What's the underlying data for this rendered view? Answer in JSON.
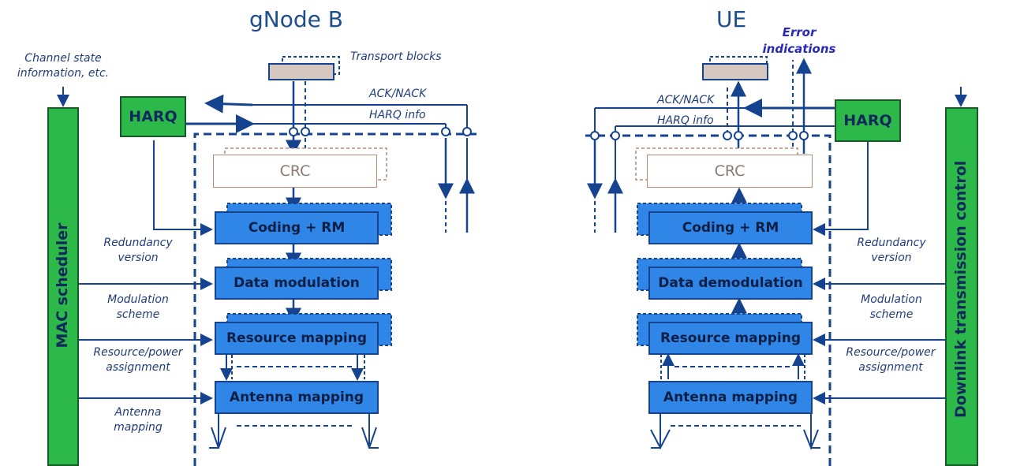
{
  "titles": {
    "gnb": "gNode B",
    "ue": "UE"
  },
  "left": {
    "mac_scheduler": "MAC scheduler",
    "channel_state": [
      "Channel state",
      "information, etc."
    ],
    "harq": "HARQ",
    "transport_blocks": "Transport blocks",
    "ack_nack": "ACK/NACK",
    "harq_info": "HARQ info",
    "crc": "CRC",
    "coding": "Coding + RM",
    "modulation": "Data modulation",
    "resource": "Resource mapping",
    "antenna": "Antenna mapping",
    "annotations": {
      "redundancy": [
        "Redundancy",
        "version"
      ],
      "modulation": [
        "Modulation",
        "scheme"
      ],
      "resource": [
        "Resource/power",
        "assignment"
      ],
      "antenna": [
        "Antenna",
        "mapping"
      ]
    }
  },
  "right": {
    "downlink_control": "Downlink transmission control",
    "error": [
      "Error",
      "indications"
    ],
    "harq": "HARQ",
    "ack_nack": "ACK/NACK",
    "harq_info": "HARQ info",
    "crc": "CRC",
    "coding": "Coding + RM",
    "demodulation": "Data demodulation",
    "resource": "Resource mapping",
    "antenna": "Antenna mapping",
    "annotations": {
      "redundancy": [
        "Redundancy",
        "version"
      ],
      "modulation": [
        "Modulation",
        "scheme"
      ],
      "resource": [
        "Resource/power",
        "assignment"
      ]
    }
  },
  "colors": {
    "block": "#2f86e6",
    "harq": "#2db84a",
    "line": "#16438f",
    "title": "#1f4e8c"
  }
}
